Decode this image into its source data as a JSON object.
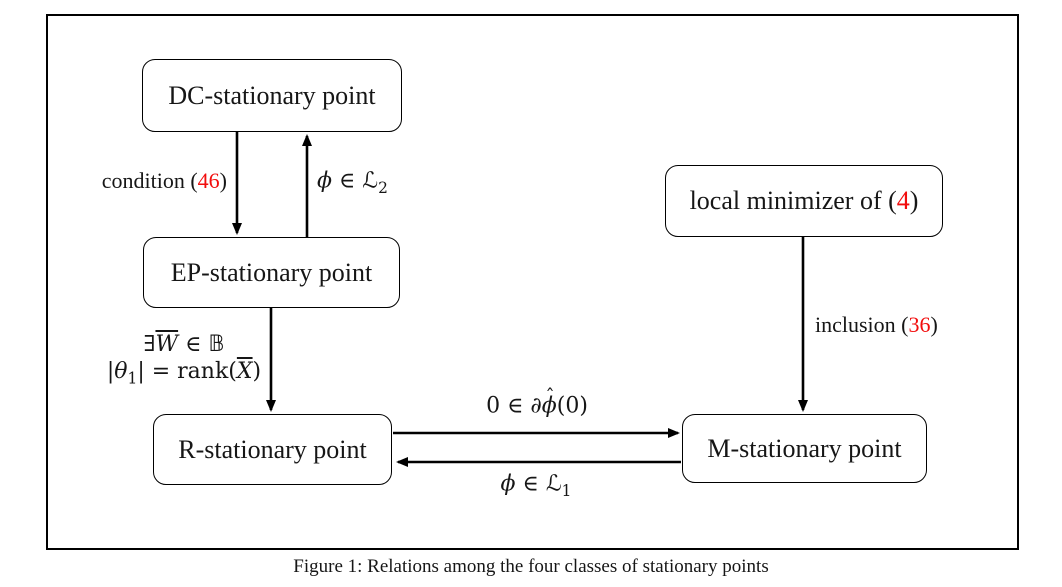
{
  "colors": {
    "red_ref": "#f20d0d",
    "ink": "#161616"
  },
  "caption": "Figure 1: Relations among the four classes of stationary points",
  "nodes": {
    "dc": "DC-stationary point",
    "ep": "EP-stationary point",
    "r": "R-stationary point",
    "m": "M-stationary point",
    "local_min": {
      "prefix": "local minimizer of (",
      "ref": "4",
      "suffix": ")"
    }
  },
  "edges": {
    "dc_to_ep": {
      "prefix": "condition (",
      "ref": "46",
      "suffix": ")"
    },
    "ep_to_dc": {
      "phi": "ϕ",
      "in": " ∈ ",
      "scriptL": "ℒ",
      "sub": "2"
    },
    "ep_to_r": {
      "line1": {
        "exists": "∃",
        "W": "W",
        "in_bb": " ∈ ",
        "bbB": "𝔹"
      },
      "line2": {
        "bar1": "|",
        "theta": "θ",
        "sub": "1",
        "mid": "| = rank(",
        "X": "X",
        "close": ")"
      }
    },
    "lm_to_m": {
      "prefix": "inclusion (",
      "ref": "36",
      "suffix": ")"
    },
    "r_to_m": {
      "pre": "0 ∈ ∂",
      "phi": "ϕ",
      "hat": "ˆ",
      "post": "(0)"
    },
    "m_to_r": {
      "phi": "ϕ",
      "in": " ∈ ",
      "scriptL": "ℒ",
      "sub": "1"
    }
  }
}
